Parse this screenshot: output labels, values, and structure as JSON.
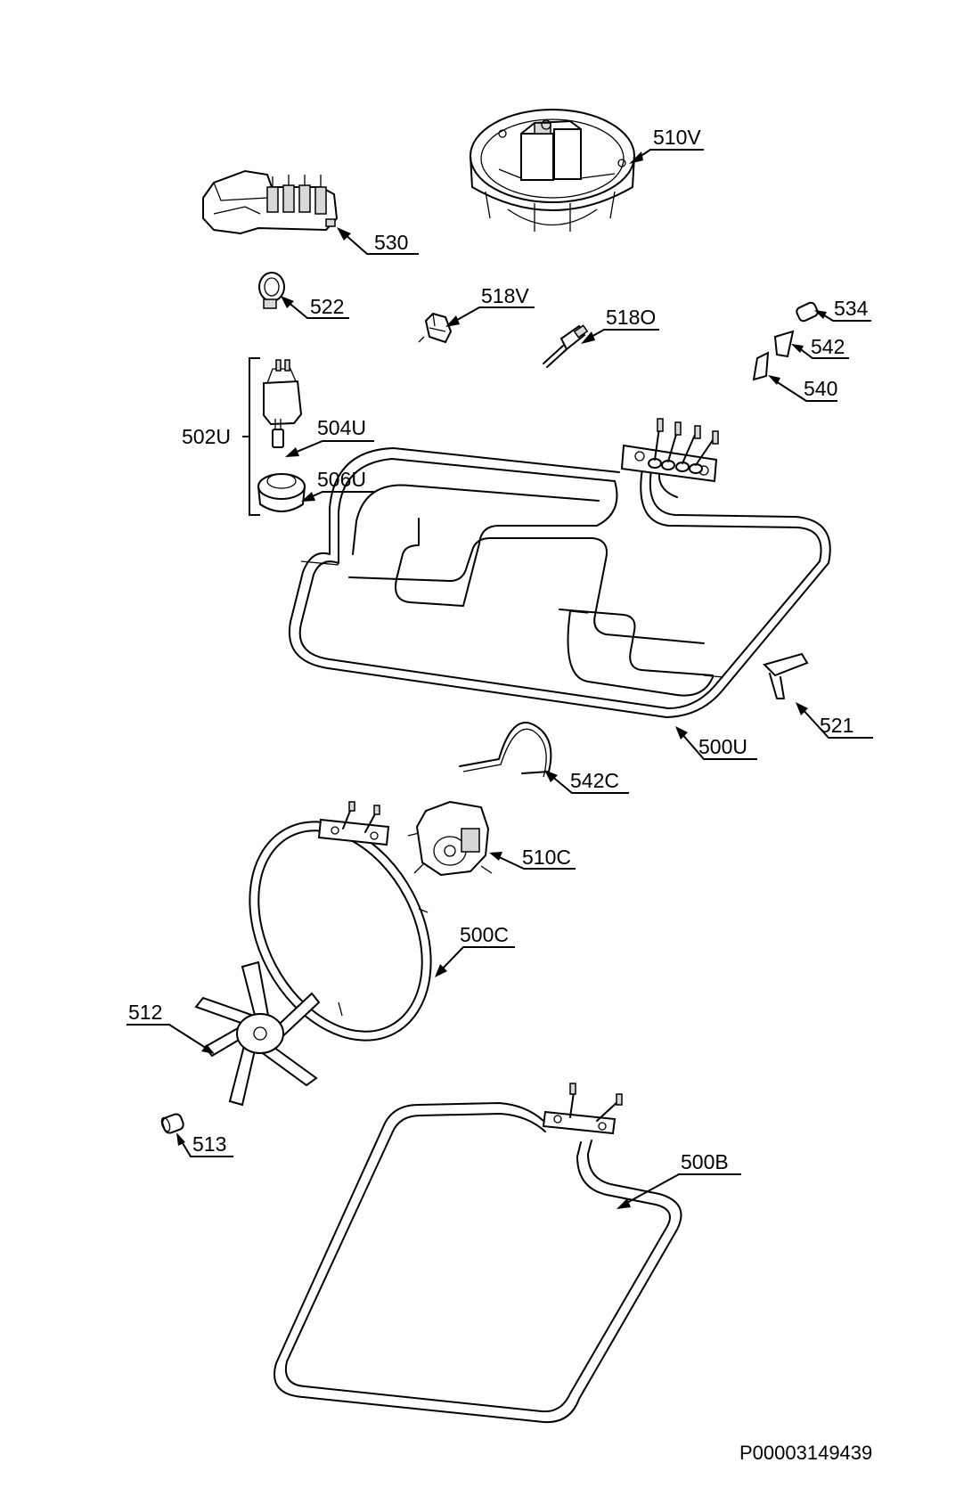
{
  "parts": [
    {
      "id": "510V",
      "label": "510V"
    },
    {
      "id": "530",
      "label": "530"
    },
    {
      "id": "522",
      "label": "522"
    },
    {
      "id": "518V",
      "label": "518V"
    },
    {
      "id": "518O",
      "label": "518O"
    },
    {
      "id": "534",
      "label": "534"
    },
    {
      "id": "542",
      "label": "542"
    },
    {
      "id": "540",
      "label": "540"
    },
    {
      "id": "502U",
      "label": "502U"
    },
    {
      "id": "504U",
      "label": "504U"
    },
    {
      "id": "506U",
      "label": "506U"
    },
    {
      "id": "521",
      "label": "521"
    },
    {
      "id": "500U",
      "label": "500U"
    },
    {
      "id": "542C",
      "label": "542C"
    },
    {
      "id": "510C",
      "label": "510C"
    },
    {
      "id": "500C",
      "label": "500C"
    },
    {
      "id": "512",
      "label": "512"
    },
    {
      "id": "513",
      "label": "513"
    },
    {
      "id": "500B",
      "label": "500B"
    }
  ],
  "document_code": "P00003149439"
}
